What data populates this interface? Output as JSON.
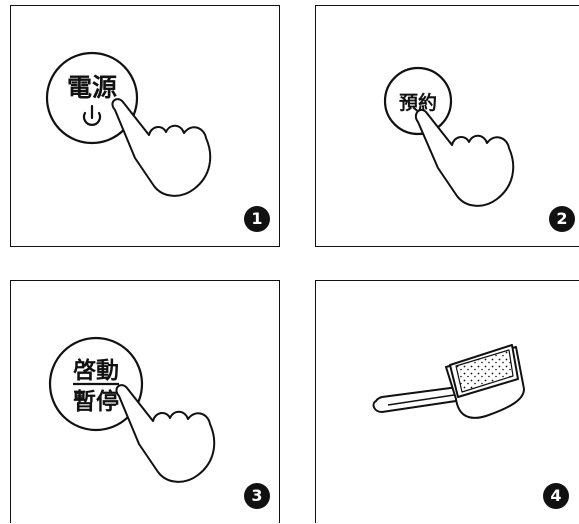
{
  "panels": [
    {
      "step": "1",
      "button_label": "電源",
      "power_icon": "power-icon",
      "hand_icon": "pointing-hand-icon"
    },
    {
      "step": "2",
      "button_label": "預約",
      "hand_icon": "pointing-hand-icon"
    },
    {
      "step": "3",
      "button_label_top": "啓動",
      "button_label_bottom": "暫停",
      "hand_icon": "pointing-hand-icon"
    },
    {
      "step": "4",
      "object_icon": "detergent-scoop-icon"
    }
  ]
}
